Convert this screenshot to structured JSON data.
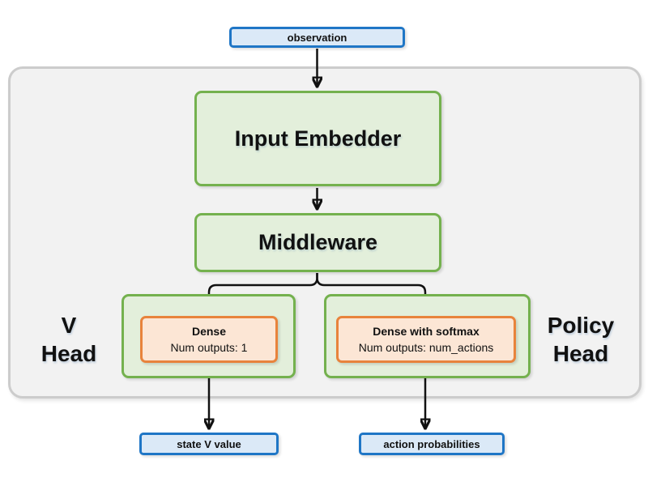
{
  "diagram": {
    "observation": {
      "label": "observation"
    },
    "input_embedder": {
      "label": "Input Embedder"
    },
    "middleware": {
      "label": "Middleware"
    },
    "v_head": {
      "label_line1": "V",
      "label_line2": "Head",
      "dense": {
        "title": "Dense",
        "subtitle": "Num outputs: 1"
      }
    },
    "policy_head": {
      "label_line1": "Policy",
      "label_line2": "Head",
      "dense": {
        "title": "Dense with softmax",
        "subtitle": "Num outputs: num_actions"
      }
    },
    "outputs": {
      "state_v_value": {
        "label": "state V value"
      },
      "action_probabilities": {
        "label": "action probabilities"
      }
    },
    "colors": {
      "blue_border": "#1f76c6",
      "blue_fill": "#dbe9f7",
      "green_border": "#74b14e",
      "green_fill": "#e3efdb",
      "orange_border": "#e8833c",
      "orange_fill": "#fce6d5",
      "container_fill": "#f2f2f2",
      "container_border": "#cccccc",
      "arrow": "#111111",
      "text": "#111111"
    }
  }
}
